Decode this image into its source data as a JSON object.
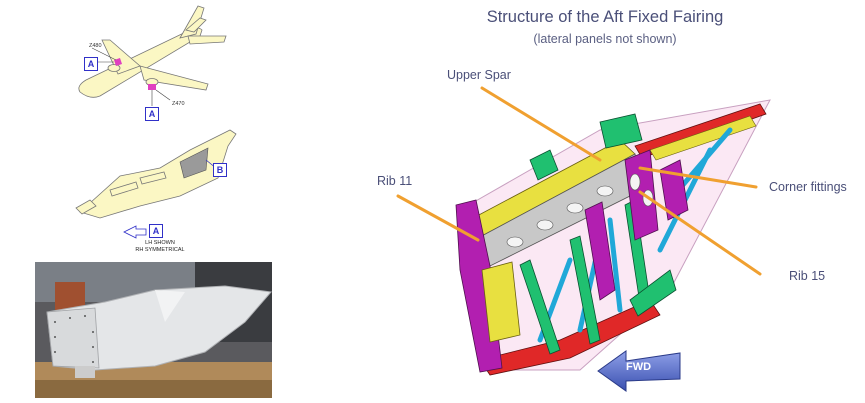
{
  "title": "Structure of the Aft Fixed Fairing",
  "subtitle": "(lateral panels not shown)",
  "callouts": {
    "upper_spar": "Upper Spar",
    "rib_11": "Rib 11",
    "corner_fittings": "Corner fittings",
    "rib_15": "Rib 15"
  },
  "arrow_label": "FWD",
  "aircraft_diagram": {
    "zone_480": "Z480",
    "zone_470": "Z470",
    "view_a_top": "A",
    "view_a_bottom": "A",
    "view_b": "B",
    "view_a_small": "A",
    "note_line1": "LH SHOWN",
    "note_line2": "RH SYMMETRICAL"
  },
  "colors": {
    "title_text": "#4a4f78",
    "callout_line": "#f0a030",
    "magenta_rib": "#b21fb0",
    "green_rib": "#20c070",
    "yellow_spar": "#e8e040",
    "red_structure": "#e02828",
    "cyan_member": "#20a8d8",
    "aircraft_fill": "#fbf7c4",
    "fwd_arrow": "#5b70c8"
  }
}
